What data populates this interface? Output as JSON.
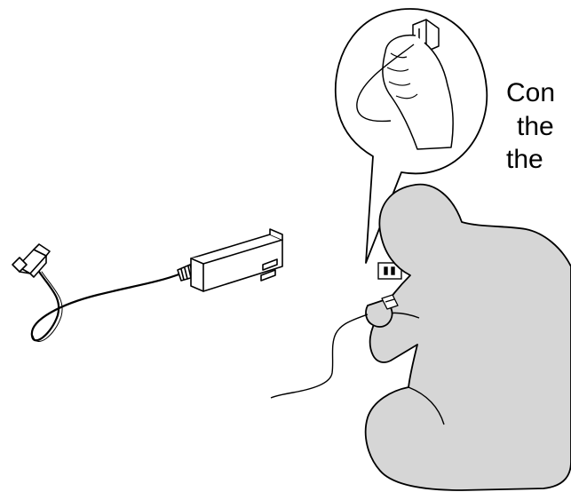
{
  "caption": {
    "line1": "Con",
    "line2": "the",
    "line3": "the"
  },
  "colors": {
    "line": "#000000",
    "figure_fill": "#d6d6d6",
    "background": "#ffffff",
    "adapter_fill": "#ffffff"
  }
}
